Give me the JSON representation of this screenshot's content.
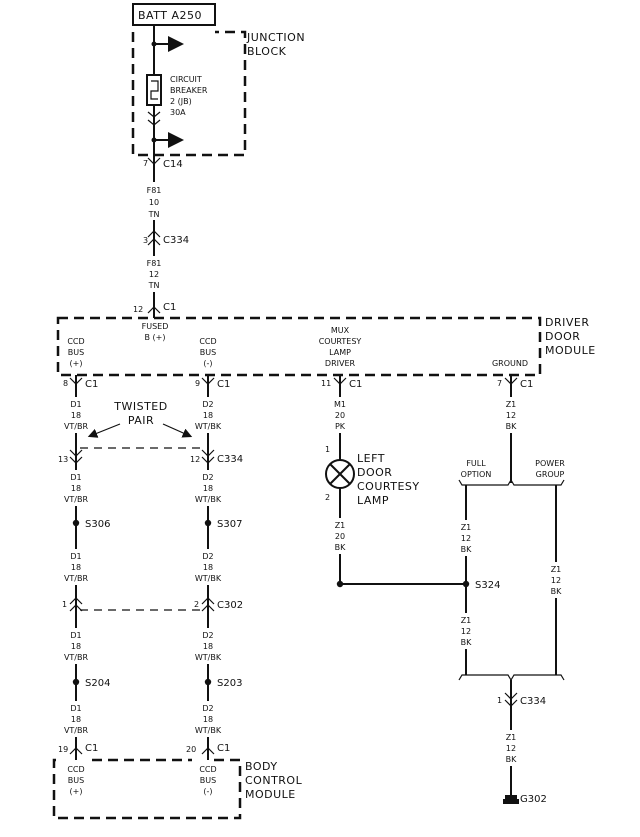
{
  "fuse": {
    "source": "BATT A250",
    "block_line1": "JUNCTION",
    "block_line2": "BLOCK",
    "breaker_lines": [
      "CIRCUIT",
      "BREAKER",
      "2 (JB)",
      "30A"
    ]
  },
  "connectors": {
    "c14": {
      "pin": "7",
      "name": "C14"
    },
    "c334_top": {
      "pin": "3",
      "name": "C334"
    },
    "c1_fused": {
      "pin": "12",
      "name": "C1"
    },
    "c1_d1": {
      "pin": "8",
      "name": "C1"
    },
    "c1_d2": {
      "pin": "9",
      "name": "C1"
    },
    "c1_m1": {
      "pin": "11",
      "name": "C1"
    },
    "c1_z1": {
      "pin": "7",
      "name": "C1"
    },
    "c334_d1": {
      "pin": "13"
    },
    "c334_d2": {
      "pin": "12",
      "name": "C334"
    },
    "c302_d1": {
      "pin": "1"
    },
    "c302_d2": {
      "pin": "2",
      "name": "C302"
    },
    "c1_bcm_d1": {
      "pin": "19",
      "name": "C1"
    },
    "c1_bcm_d2": {
      "pin": "20",
      "name": "C1"
    },
    "c334_ground": {
      "pin": "1",
      "name": "C334"
    }
  },
  "wires": {
    "f81_a": [
      "F81",
      "10",
      "TN"
    ],
    "f81_b": [
      "F81",
      "12",
      "TN"
    ],
    "d1_a": [
      "D1",
      "18",
      "VT/BR"
    ],
    "d2_a": [
      "D2",
      "18",
      "WT/BK"
    ],
    "m1": [
      "M1",
      "20",
      "PK"
    ],
    "z1_top": [
      "Z1",
      "12",
      "BK"
    ],
    "d1_b": [
      "D1",
      "18",
      "VT/BR"
    ],
    "d2_b": [
      "D2",
      "18",
      "WT/BK"
    ],
    "z1_lamp": [
      "Z1",
      "20",
      "BK"
    ],
    "d1_c": [
      "D1",
      "18",
      "VT/BR"
    ],
    "d2_c": [
      "D2",
      "18",
      "WT/BK"
    ],
    "z1_left_a": [
      "Z1",
      "12",
      "BK"
    ],
    "z1_right": [
      "Z1",
      "12",
      "BK"
    ],
    "z1_left_b": [
      "Z1",
      "12",
      "BK"
    ],
    "d1_d": [
      "D1",
      "18",
      "VT/BR"
    ],
    "d2_d": [
      "D2",
      "18",
      "WT/BK"
    ],
    "d1_e": [
      "D1",
      "18",
      "VT/BR"
    ],
    "d2_e": [
      "D2",
      "18",
      "WT/BK"
    ],
    "z1_bottom": [
      "Z1",
      "12",
      "BK"
    ]
  },
  "splices": {
    "s306": "S306",
    "s307": "S307",
    "s204": "S204",
    "s203": "S203",
    "s324": "S324"
  },
  "driver_module": {
    "name_lines": [
      "DRIVER",
      "DOOR",
      "MODULE"
    ],
    "fused": [
      "FUSED",
      "B (+)"
    ],
    "ccd_plus": [
      "CCD",
      "BUS",
      "(+)"
    ],
    "ccd_minus": [
      "CCD",
      "BUS",
      "(-)"
    ],
    "mux": [
      "MUX",
      "COURTESY",
      "LAMP",
      "DRIVER"
    ],
    "ground": "GROUND"
  },
  "twisted_pair": [
    "TWISTED",
    "PAIR"
  ],
  "lamp": {
    "lines": [
      "LEFT",
      "DOOR",
      "COURTESY",
      "LAMP"
    ],
    "pin_top": "1",
    "pin_bottom": "2"
  },
  "options": {
    "full": [
      "FULL",
      "OPTION"
    ],
    "power": [
      "POWER",
      "GROUP"
    ]
  },
  "bcm": {
    "name_lines": [
      "BODY",
      "CONTROL",
      "MODULE"
    ],
    "ccd_plus": [
      "CCD",
      "BUS",
      "(+)"
    ],
    "ccd_minus": [
      "CCD",
      "BUS",
      "(-)"
    ]
  },
  "ground": "G302"
}
